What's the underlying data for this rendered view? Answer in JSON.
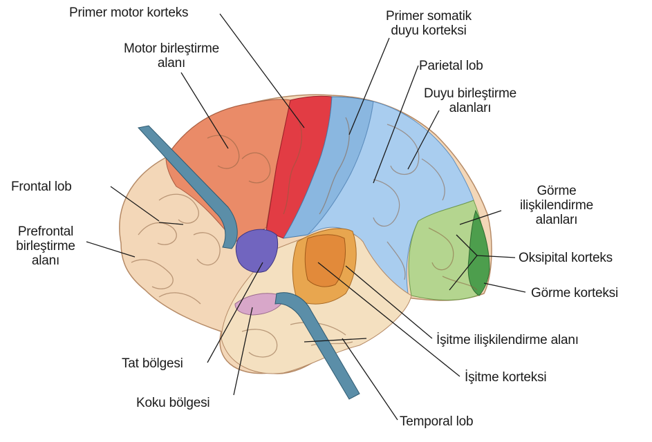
{
  "colors": {
    "background": "#ffffff",
    "frontal": "#f3d7b8",
    "motor_association": "#ea8b68",
    "primary_motor": "#e23c44",
    "somatosensory": "#8ab7e0",
    "parietal": "#a9cdef",
    "temporal": "#f4e0c0",
    "auditory_association": "#e8a64f",
    "auditory_cortex": "#e28a3a",
    "visual_association": "#b4d58f",
    "visual_cortex": "#4d9e4d",
    "taste": "#7165bf",
    "smell": "#d8a7c9",
    "fissure": "#5b8ea8",
    "leader_line": "#1a1a1a"
  },
  "labels": {
    "primer_motor": "Primer motor korteks",
    "motor_birlestirme_1": "Motor birleştirme",
    "motor_birlestirme_2": "alanı",
    "primer_somatik_1": "Primer somatik",
    "primer_somatik_2": "duyu korteksi",
    "parietal_lob": "Parietal lob",
    "duyu_birlestirme_1": "Duyu birleştirme",
    "duyu_birlestirme_2": "alanları",
    "frontal_lob": "Frontal lob",
    "prefrontal_1": "Prefrontal",
    "prefrontal_2": "birleştirme",
    "prefrontal_3": "alanı",
    "gorme_iliskilendirme_1": "Görme",
    "gorme_iliskilendirme_2": "ilişkilendirme",
    "gorme_iliskilendirme_3": "alanları",
    "oksipital_korteks": "Oksipital korteks",
    "gorme_korteksi": "Görme korteksi",
    "isitme_iliskilendirme": "İşitme ilişkilendirme alanı",
    "tat_bolgesi": "Tat bölgesi",
    "isitme_korteksi": "İşitme korteksi",
    "koku_bolgesi": "Koku bölgesi",
    "temporal_lob": "Temporal lob"
  }
}
